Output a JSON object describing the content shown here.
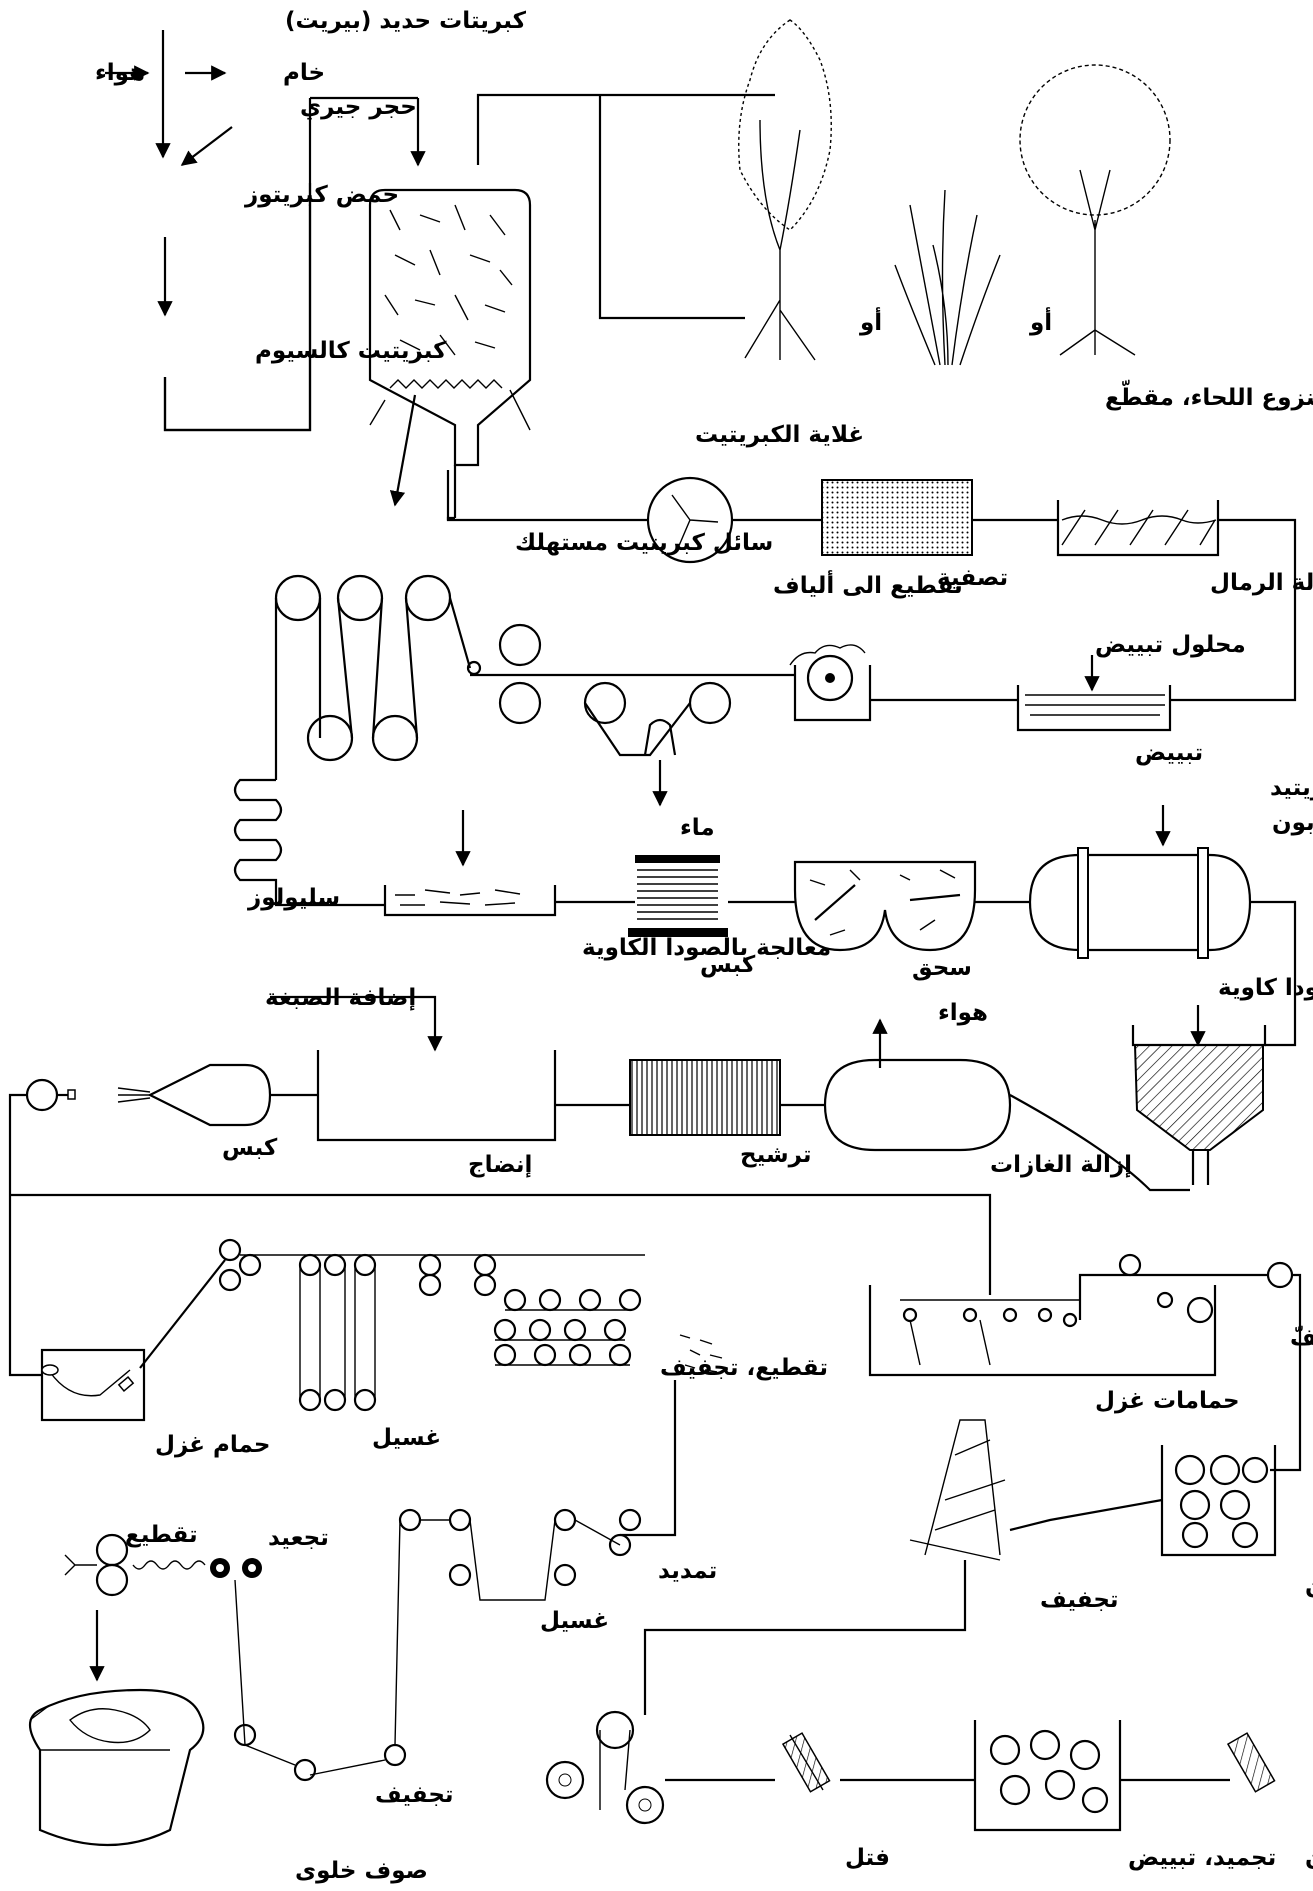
{
  "colors": {
    "ink": "#000000",
    "background": "#ffffff"
  },
  "icons": [
    "tree-icon",
    "grass-icon",
    "digester-icon",
    "fan-icon",
    "roller-icon",
    "vat-icon",
    "gear-icon",
    "bale-icon",
    "bobbin-icon"
  ],
  "labels": {
    "pyrite": "كبريتات حديد (بيريت)",
    "air_in": "هواء",
    "raw": "خام",
    "limestone": "حجر جيري",
    "sulfurous_acid": "حمض كبريتوز",
    "calcium_sulfite": "كبريتيت كالسيوم",
    "digester": "غلاية الكبريتيت",
    "spent_liquor": "سائل كبريتيت مستهلك",
    "or_left": "أو",
    "or_right": "أو",
    "wood_types": "مفروز، منزوع اللحاء، مقطّع",
    "defibering": "تقطيع الى ألياف",
    "screening": "تصفية",
    "sand_removal": "إزالة الرمال",
    "bleach_solution": "محلول تبييض",
    "bleaching": "تبييض",
    "water": "ماء",
    "cellulose": "سليولوز",
    "soda_treatment": "معالجة بالصودا الكاوية",
    "press1": "كبس",
    "shredding": "سحق",
    "caustic_soda": "صودا كاوية",
    "carbon_disulfide": "كبريتيد\nكربون",
    "dye_addition": "إضافة الصبغة",
    "air_out": "هواء",
    "press2": "كبس",
    "ripening": "إنضاج",
    "filtration": "ترشيح",
    "degassing": "إزالة الغازات",
    "spinning_bath": "حمام غزل",
    "washing1": "غسيل",
    "cutting_drying": "تقطيع، تجفيف",
    "winding": "لفّ",
    "spinning_baths": "حمامات غزل",
    "hot_water_baths": "حمامات ماء ساخن",
    "drying1": "تجفيف",
    "stretching": "تمديد",
    "washing2": "غسيل",
    "cutting": "تقطيع",
    "crimping": "تجعيد",
    "drying2": "تجفيف",
    "staple_wool": "صوف خلوى",
    "twisting": "فتل",
    "setting_bleaching": "تجميد، تبييض",
    "rayon": "رايون"
  }
}
